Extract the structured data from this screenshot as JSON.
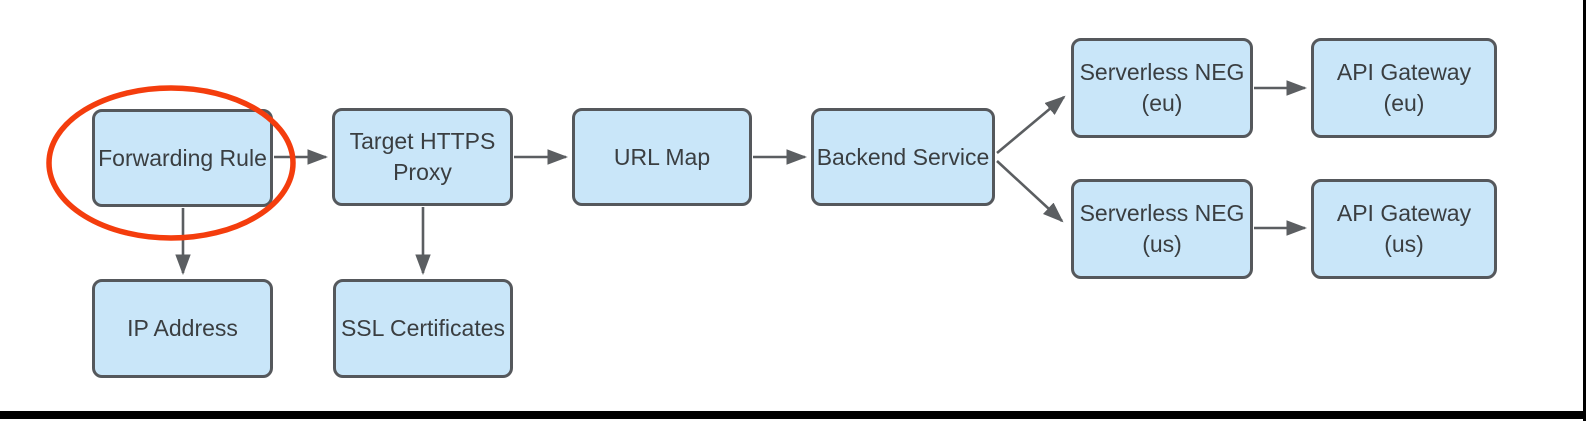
{
  "diagram": {
    "description": "Load balancer architecture flow diagram",
    "nodes": [
      {
        "id": "forwarding-rule",
        "lines": [
          "Forwarding Rule"
        ]
      },
      {
        "id": "target-https-proxy",
        "lines": [
          "Target HTTPS",
          "Proxy"
        ]
      },
      {
        "id": "url-map",
        "lines": [
          "URL Map"
        ]
      },
      {
        "id": "backend-service",
        "lines": [
          "Backend Service"
        ]
      },
      {
        "id": "serverless-neg-eu",
        "lines": [
          "Serverless NEG",
          "(eu)"
        ]
      },
      {
        "id": "api-gateway-eu",
        "lines": [
          "API Gateway",
          "(eu)"
        ]
      },
      {
        "id": "serverless-neg-us",
        "lines": [
          "Serverless NEG",
          "(us)"
        ]
      },
      {
        "id": "api-gateway-us",
        "lines": [
          "API Gateway",
          "(us)"
        ]
      },
      {
        "id": "ip-address",
        "lines": [
          "IP Address"
        ]
      },
      {
        "id": "ssl-certificates",
        "lines": [
          "SSL Certificates"
        ]
      }
    ],
    "edges": [
      {
        "from": "forwarding-rule",
        "to": "target-https-proxy"
      },
      {
        "from": "target-https-proxy",
        "to": "url-map"
      },
      {
        "from": "url-map",
        "to": "backend-service"
      },
      {
        "from": "backend-service",
        "to": "serverless-neg-eu"
      },
      {
        "from": "backend-service",
        "to": "serverless-neg-us"
      },
      {
        "from": "serverless-neg-eu",
        "to": "api-gateway-eu"
      },
      {
        "from": "serverless-neg-us",
        "to": "api-gateway-us"
      },
      {
        "from": "forwarding-rule",
        "to": "ip-address"
      },
      {
        "from": "target-https-proxy",
        "to": "ssl-certificates"
      }
    ],
    "annotation": {
      "shape": "ellipse",
      "around": "forwarding-rule",
      "color": "#f43d0d"
    },
    "colors": {
      "node_fill": "#c9e6f9",
      "node_border": "#55585c",
      "arrow": "#5b5e61",
      "text": "#3a3e41",
      "annotation": "#f43d0d",
      "window_edge": "#000000"
    }
  }
}
